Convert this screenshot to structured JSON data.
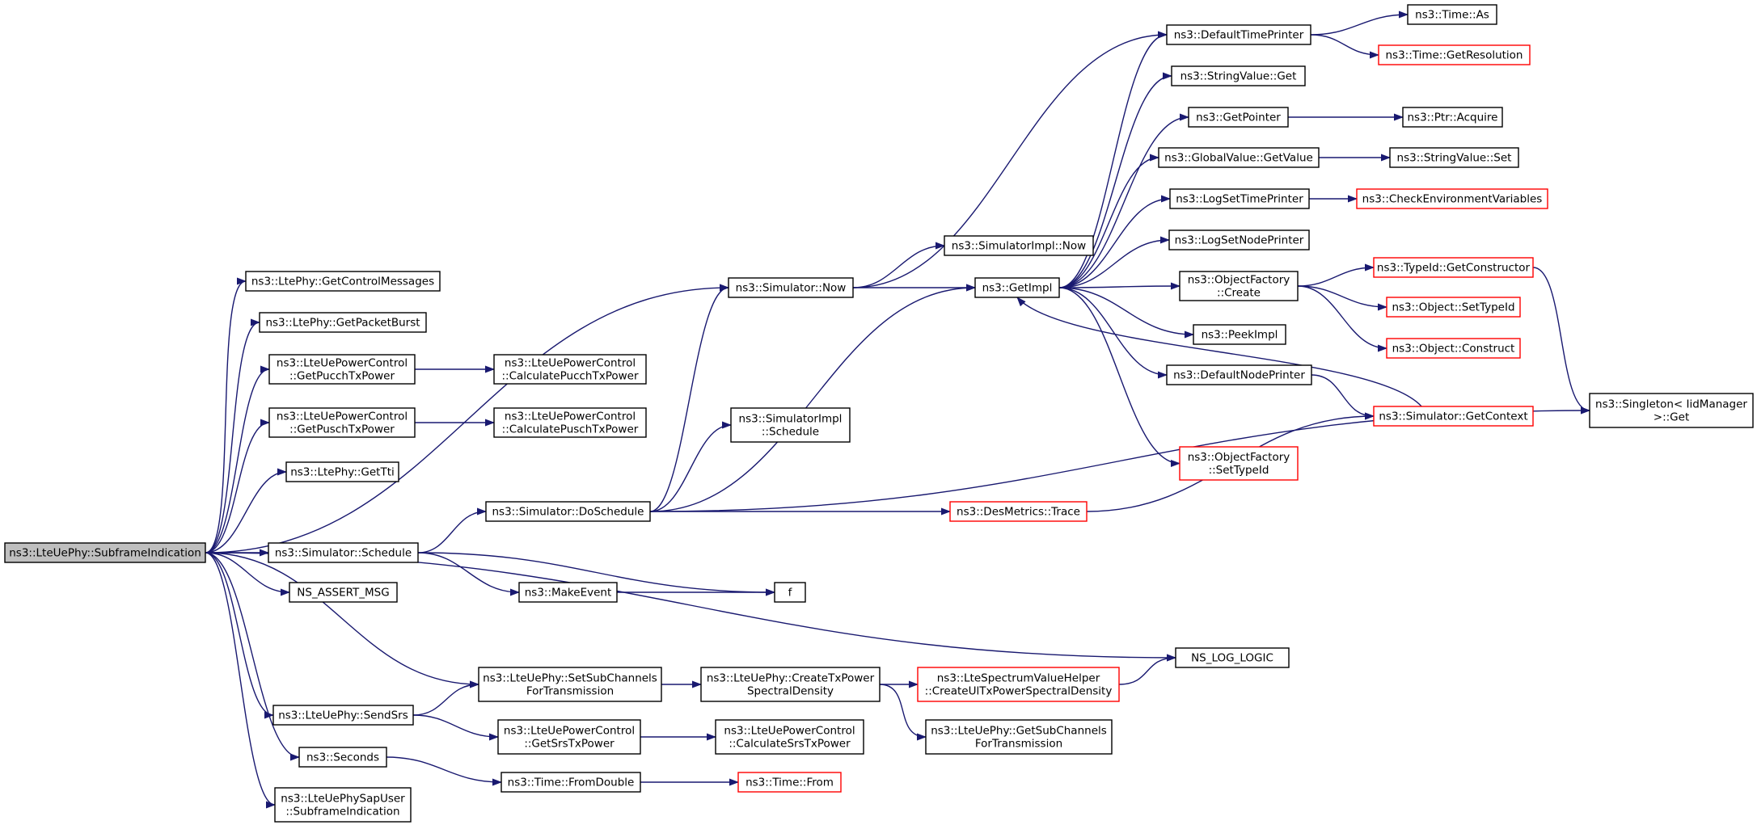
{
  "colors": {
    "edge": "#191970",
    "node_border": "#000000",
    "truncated_border": "#ff0000",
    "root_fill": "#bfbfbf",
    "node_fill": "#ffffff"
  },
  "nodes": [
    {
      "id": "root",
      "lines": [
        "ns3::LteUePhy::SubframeIndication"
      ],
      "style": "root"
    },
    {
      "id": "getControlMessages",
      "lines": [
        "ns3::LtePhy::GetControlMessages"
      ],
      "style": "normal"
    },
    {
      "id": "getPacketBurst",
      "lines": [
        "ns3::LtePhy::GetPacketBurst"
      ],
      "style": "normal"
    },
    {
      "id": "getPucchTxPower",
      "lines": [
        "ns3::LteUePowerControl",
        "::GetPucchTxPower"
      ],
      "style": "normal"
    },
    {
      "id": "calcPucchTxPower",
      "lines": [
        "ns3::LteUePowerControl",
        "::CalculatePucchTxPower"
      ],
      "style": "normal"
    },
    {
      "id": "getPuschTxPower",
      "lines": [
        "ns3::LteUePowerControl",
        "::GetPuschTxPower"
      ],
      "style": "normal"
    },
    {
      "id": "calcPuschTxPower",
      "lines": [
        "ns3::LteUePowerControl",
        "::CalculatePuschTxPower"
      ],
      "style": "normal"
    },
    {
      "id": "getTti",
      "lines": [
        "ns3::LtePhy::GetTti"
      ],
      "style": "normal"
    },
    {
      "id": "simNow",
      "lines": [
        "ns3::Simulator::Now"
      ],
      "style": "normal"
    },
    {
      "id": "simImplNow",
      "lines": [
        "ns3::SimulatorImpl::Now"
      ],
      "style": "normal"
    },
    {
      "id": "getImpl",
      "lines": [
        "ns3::GetImpl"
      ],
      "style": "normal"
    },
    {
      "id": "defaultTimePrinter",
      "lines": [
        "ns3::DefaultTimePrinter"
      ],
      "style": "normal"
    },
    {
      "id": "timeAs",
      "lines": [
        "ns3::Time::As"
      ],
      "style": "normal"
    },
    {
      "id": "timeGetResolution",
      "lines": [
        "ns3::Time::GetResolution"
      ],
      "style": "truncated"
    },
    {
      "id": "stringValueGet",
      "lines": [
        "ns3::StringValue::Get"
      ],
      "style": "normal"
    },
    {
      "id": "getPointer",
      "lines": [
        "ns3::GetPointer"
      ],
      "style": "normal"
    },
    {
      "id": "ptrAcquire",
      "lines": [
        "ns3::Ptr::Acquire"
      ],
      "style": "normal"
    },
    {
      "id": "globalValueGetValue",
      "lines": [
        "ns3::GlobalValue::GetValue"
      ],
      "style": "normal"
    },
    {
      "id": "stringValueSet",
      "lines": [
        "ns3::StringValue::Set"
      ],
      "style": "normal"
    },
    {
      "id": "logSetTimePrinter",
      "lines": [
        "ns3::LogSetTimePrinter"
      ],
      "style": "normal"
    },
    {
      "id": "checkEnvVars",
      "lines": [
        "ns3::CheckEnvironmentVariables"
      ],
      "style": "truncated"
    },
    {
      "id": "logSetNodePrinter",
      "lines": [
        "ns3::LogSetNodePrinter"
      ],
      "style": "normal"
    },
    {
      "id": "objectFactoryCreate",
      "lines": [
        "ns3::ObjectFactory",
        "::Create"
      ],
      "style": "normal"
    },
    {
      "id": "typeIdGetConstructor",
      "lines": [
        "ns3::TypeId::GetConstructor"
      ],
      "style": "truncated"
    },
    {
      "id": "objectSetTypeId",
      "lines": [
        "ns3::Object::SetTypeId"
      ],
      "style": "truncated"
    },
    {
      "id": "objectConstruct",
      "lines": [
        "ns3::Object::Construct"
      ],
      "style": "truncated"
    },
    {
      "id": "peekImpl",
      "lines": [
        "ns3::PeekImpl"
      ],
      "style": "normal"
    },
    {
      "id": "defaultNodePrinter",
      "lines": [
        "ns3::DefaultNodePrinter"
      ],
      "style": "normal"
    },
    {
      "id": "simGetContext",
      "lines": [
        "ns3::Simulator::GetContext"
      ],
      "style": "truncated"
    },
    {
      "id": "singletonGet",
      "lines": [
        "ns3::Singleton< IidManager",
        ">::Get"
      ],
      "style": "normal"
    },
    {
      "id": "objectFactorySetTypeId",
      "lines": [
        "ns3::ObjectFactory",
        "::SetTypeId"
      ],
      "style": "truncated"
    },
    {
      "id": "simImplSchedule",
      "lines": [
        "ns3::SimulatorImpl",
        "::Schedule"
      ],
      "style": "normal"
    },
    {
      "id": "simDoSchedule",
      "lines": [
        "ns3::Simulator::DoSchedule"
      ],
      "style": "normal"
    },
    {
      "id": "desMetricsTrace",
      "lines": [
        "ns3::DesMetrics::Trace"
      ],
      "style": "truncated"
    },
    {
      "id": "simSchedule",
      "lines": [
        "ns3::Simulator::Schedule"
      ],
      "style": "normal"
    },
    {
      "id": "assertMsg",
      "lines": [
        "NS_ASSERT_MSG"
      ],
      "style": "normal"
    },
    {
      "id": "makeEvent",
      "lines": [
        "ns3::MakeEvent"
      ],
      "style": "normal"
    },
    {
      "id": "f",
      "lines": [
        "f"
      ],
      "style": "normal"
    },
    {
      "id": "logLogic",
      "lines": [
        "NS_LOG_LOGIC"
      ],
      "style": "normal"
    },
    {
      "id": "setSubChannels",
      "lines": [
        "ns3::LteUePhy::SetSubChannels",
        "ForTransmission"
      ],
      "style": "normal"
    },
    {
      "id": "createTxPsd",
      "lines": [
        "ns3::LteUePhy::CreateTxPower",
        "SpectralDensity"
      ],
      "style": "normal"
    },
    {
      "id": "createUlTxPsd",
      "lines": [
        "ns3::LteSpectrumValueHelper",
        "::CreateUlTxPowerSpectralDensity"
      ],
      "style": "truncated"
    },
    {
      "id": "getSubChannels",
      "lines": [
        "ns3::LteUePhy::GetSubChannels",
        "ForTransmission"
      ],
      "style": "normal"
    },
    {
      "id": "sendSrs",
      "lines": [
        "ns3::LteUePhy::SendSrs"
      ],
      "style": "normal"
    },
    {
      "id": "getSrsTxPower",
      "lines": [
        "ns3::LteUePowerControl",
        "::GetSrsTxPower"
      ],
      "style": "normal"
    },
    {
      "id": "calcSrsTxPower",
      "lines": [
        "ns3::LteUePowerControl",
        "::CalculateSrsTxPower"
      ],
      "style": "normal"
    },
    {
      "id": "seconds",
      "lines": [
        "ns3::Seconds"
      ],
      "style": "normal"
    },
    {
      "id": "timeFromDouble",
      "lines": [
        "ns3::Time::FromDouble"
      ],
      "style": "normal"
    },
    {
      "id": "timeFrom",
      "lines": [
        "ns3::Time::From"
      ],
      "style": "truncated"
    },
    {
      "id": "sapUserSubframe",
      "lines": [
        "ns3::LteUePhySapUser",
        "::SubframeIndication"
      ],
      "style": "normal"
    }
  ],
  "edges": [
    [
      "root",
      "getControlMessages"
    ],
    [
      "root",
      "getPacketBurst"
    ],
    [
      "root",
      "getPucchTxPower"
    ],
    [
      "root",
      "getPuschTxPower"
    ],
    [
      "root",
      "getTti"
    ],
    [
      "root",
      "simNow"
    ],
    [
      "root",
      "simSchedule"
    ],
    [
      "root",
      "assertMsg"
    ],
    [
      "root",
      "logLogic"
    ],
    [
      "root",
      "setSubChannels"
    ],
    [
      "root",
      "sendSrs"
    ],
    [
      "root",
      "seconds"
    ],
    [
      "root",
      "sapUserSubframe"
    ],
    [
      "getPucchTxPower",
      "calcPucchTxPower"
    ],
    [
      "getPuschTxPower",
      "calcPuschTxPower"
    ],
    [
      "simNow",
      "simImplNow"
    ],
    [
      "simNow",
      "getImpl"
    ],
    [
      "simNow",
      "defaultTimePrinter"
    ],
    [
      "getImpl",
      "defaultTimePrinter"
    ],
    [
      "getImpl",
      "stringValueGet"
    ],
    [
      "getImpl",
      "getPointer"
    ],
    [
      "getImpl",
      "globalValueGetValue"
    ],
    [
      "getImpl",
      "logSetTimePrinter"
    ],
    [
      "getImpl",
      "logSetNodePrinter"
    ],
    [
      "getImpl",
      "objectFactoryCreate"
    ],
    [
      "getImpl",
      "peekImpl"
    ],
    [
      "getImpl",
      "defaultNodePrinter"
    ],
    [
      "getImpl",
      "objectFactorySetTypeId"
    ],
    [
      "simGetContext",
      "getImpl"
    ],
    [
      "defaultTimePrinter",
      "timeAs"
    ],
    [
      "defaultTimePrinter",
      "timeGetResolution"
    ],
    [
      "getPointer",
      "ptrAcquire"
    ],
    [
      "globalValueGetValue",
      "stringValueSet"
    ],
    [
      "logSetTimePrinter",
      "checkEnvVars"
    ],
    [
      "objectFactoryCreate",
      "typeIdGetConstructor"
    ],
    [
      "objectFactoryCreate",
      "objectSetTypeId"
    ],
    [
      "objectFactoryCreate",
      "objectConstruct"
    ],
    [
      "typeIdGetConstructor",
      "singletonGet"
    ],
    [
      "defaultNodePrinter",
      "simGetContext"
    ],
    [
      "simSchedule",
      "simDoSchedule"
    ],
    [
      "simSchedule",
      "makeEvent"
    ],
    [
      "simSchedule",
      "f"
    ],
    [
      "simDoSchedule",
      "simNow"
    ],
    [
      "simDoSchedule",
      "simImplSchedule"
    ],
    [
      "simDoSchedule",
      "getImpl"
    ],
    [
      "simDoSchedule",
      "desMetricsTrace"
    ],
    [
      "simDoSchedule",
      "singletonGet"
    ],
    [
      "desMetricsTrace",
      "simGetContext"
    ],
    [
      "makeEvent",
      "f"
    ],
    [
      "setSubChannels",
      "createTxPsd"
    ],
    [
      "createTxPsd",
      "createUlTxPsd"
    ],
    [
      "createTxPsd",
      "getSubChannels"
    ],
    [
      "createUlTxPsd",
      "logLogic"
    ],
    [
      "sendSrs",
      "setSubChannels"
    ],
    [
      "sendSrs",
      "getSrsTxPower"
    ],
    [
      "getSrsTxPower",
      "calcSrsTxPower"
    ],
    [
      "seconds",
      "timeFromDouble"
    ],
    [
      "timeFromDouble",
      "timeFrom"
    ]
  ]
}
